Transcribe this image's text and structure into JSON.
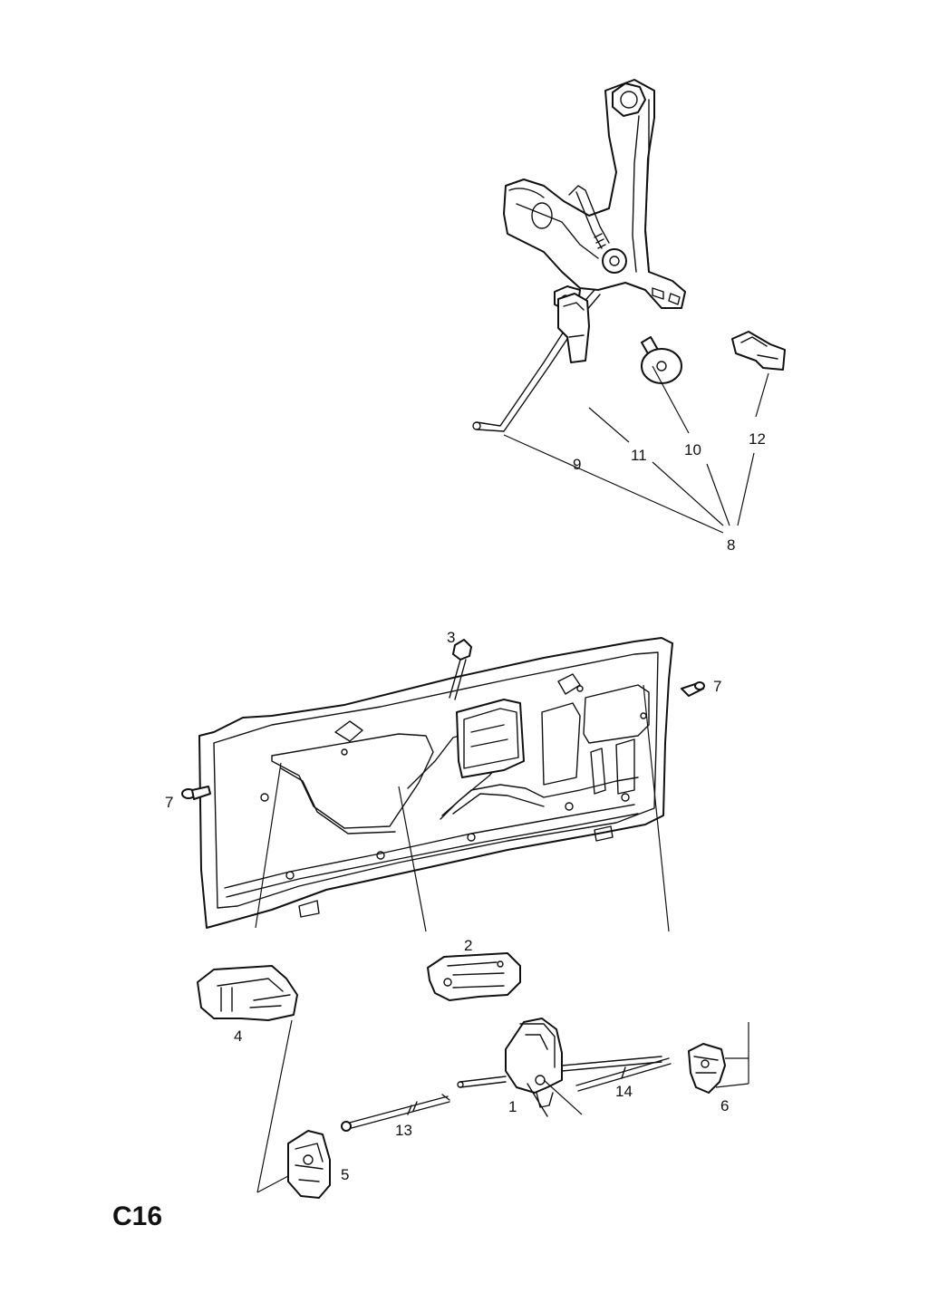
{
  "diagram_code": "C16",
  "callouts": {
    "c1": "1",
    "c2": "2",
    "c3": "3",
    "c4": "4",
    "c5": "5",
    "c6": "6",
    "c7a": "7",
    "c7b": "7",
    "c8": "8",
    "c9": "9",
    "c10": "10",
    "c11": "11",
    "c12": "12",
    "c13": "13",
    "c14": "14"
  },
  "colors": {
    "ink": "#111111",
    "paper": "#ffffff"
  }
}
